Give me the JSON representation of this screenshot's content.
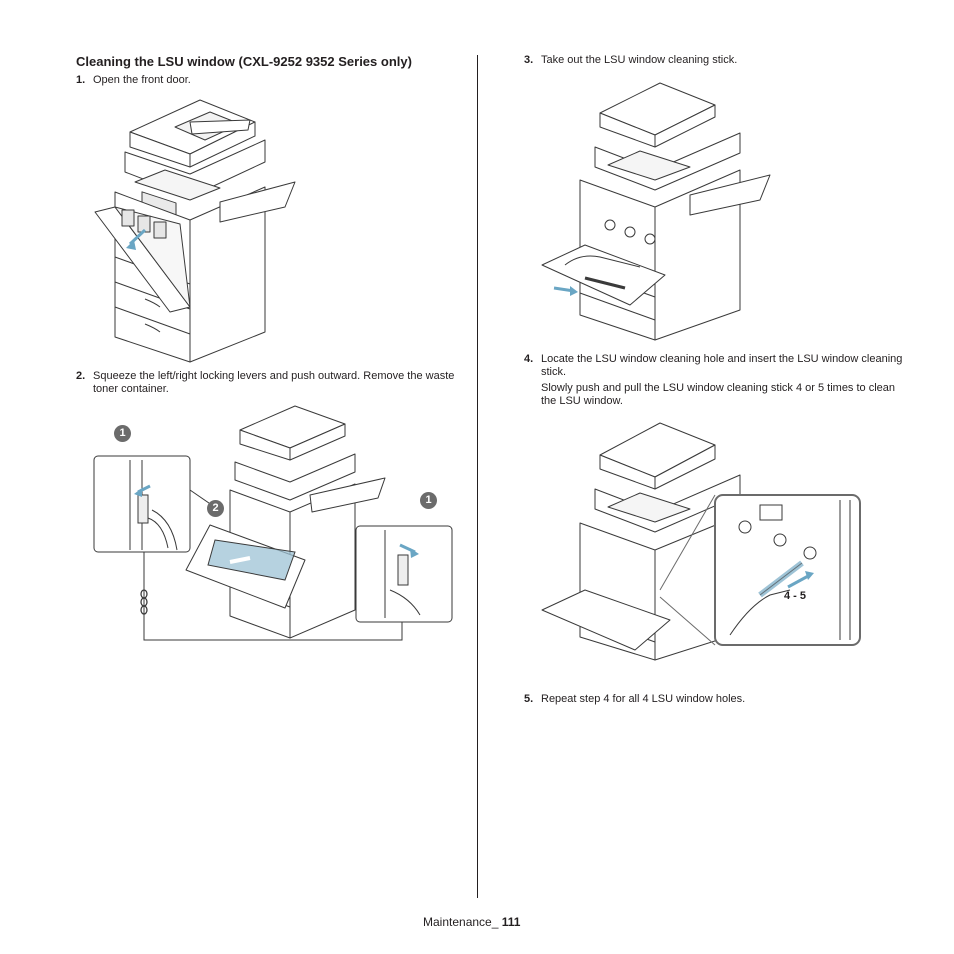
{
  "heading": {
    "title": "Cleaning the LSU window",
    "qualifier": "(CXL-9252 9352 Series only)"
  },
  "steps": [
    {
      "num": "1.",
      "lines": [
        "Open the front door."
      ]
    },
    {
      "num": "2.",
      "lines": [
        "Squeeze the left/right locking levers and push outward. Remove the waste toner container."
      ]
    },
    {
      "num": "3.",
      "lines": [
        "Take out the LSU window cleaning stick."
      ]
    },
    {
      "num": "4.",
      "lines": [
        "Locate the LSU window cleaning hole and insert the LSU window cleaning stick.",
        "Slowly push and pull the LSU window cleaning stick 4 or 5 times to clean the LSU window."
      ]
    },
    {
      "num": "5.",
      "lines": [
        "Repeat step 4 for all 4 LSU window holes."
      ]
    }
  ],
  "callouts": {
    "step2_badge_1": "1",
    "step2_badge_2": "2",
    "step2_badge_1b": "1",
    "step4_repeat": "4 - 5"
  },
  "footer": {
    "section": "Maintenance_",
    "page": "111"
  },
  "colors": {
    "text": "#231f20",
    "line_art": "#3a3a3a",
    "accent_blue": "#9ec3d6",
    "badge": "#6b6b6b"
  }
}
